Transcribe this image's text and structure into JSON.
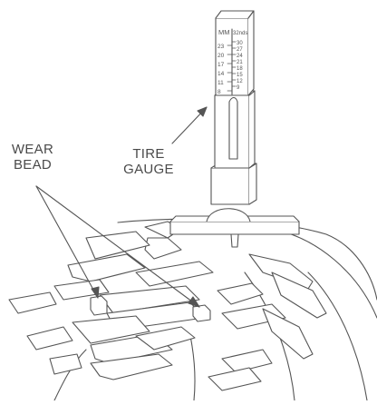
{
  "labels": {
    "wear_bead_line1": "WEAR",
    "wear_bead_line2": "BEAD",
    "tire_gauge_line1": "TIRE",
    "tire_gauge_line2": "GAUGE"
  },
  "gauge_scale": {
    "mm_header": "MM",
    "in_header": "32nds",
    "mm_ticks": [
      "23",
      "20",
      "17",
      "14",
      "11",
      "8"
    ],
    "in_ticks": [
      "30",
      "27",
      "24",
      "21",
      "18",
      "15",
      "12",
      "9"
    ]
  },
  "colors": {
    "line": "#555555",
    "fill": "#ffffff",
    "text": "#4a4a4a"
  }
}
